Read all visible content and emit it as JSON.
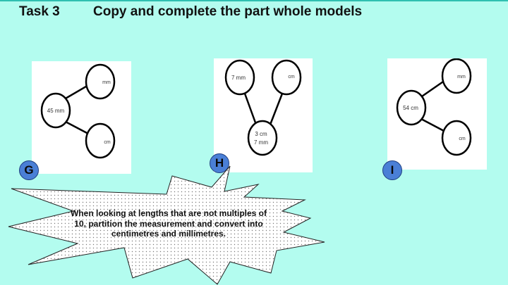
{
  "header": {
    "task_label": "Task 3",
    "instruction": "Copy and complete the part whole models"
  },
  "models": [
    {
      "label": "G",
      "whole": "45 mm",
      "parts": [
        "mm",
        "cm"
      ]
    },
    {
      "label": "H",
      "whole_line1": "3 cm",
      "whole_line2": "7 mm",
      "parts": [
        "7 mm",
        "cm"
      ]
    },
    {
      "label": "I",
      "whole": "54 cm",
      "parts": [
        "mm",
        "cm"
      ]
    }
  ],
  "note": {
    "text": "When looking at lengths that are not multiples of 10, partition the measurement and convert into centimetres and millimetres."
  },
  "colors": {
    "background": "#b3fcef",
    "badge_fill": "#4a7fd6",
    "star_fill": "#ffffff"
  }
}
